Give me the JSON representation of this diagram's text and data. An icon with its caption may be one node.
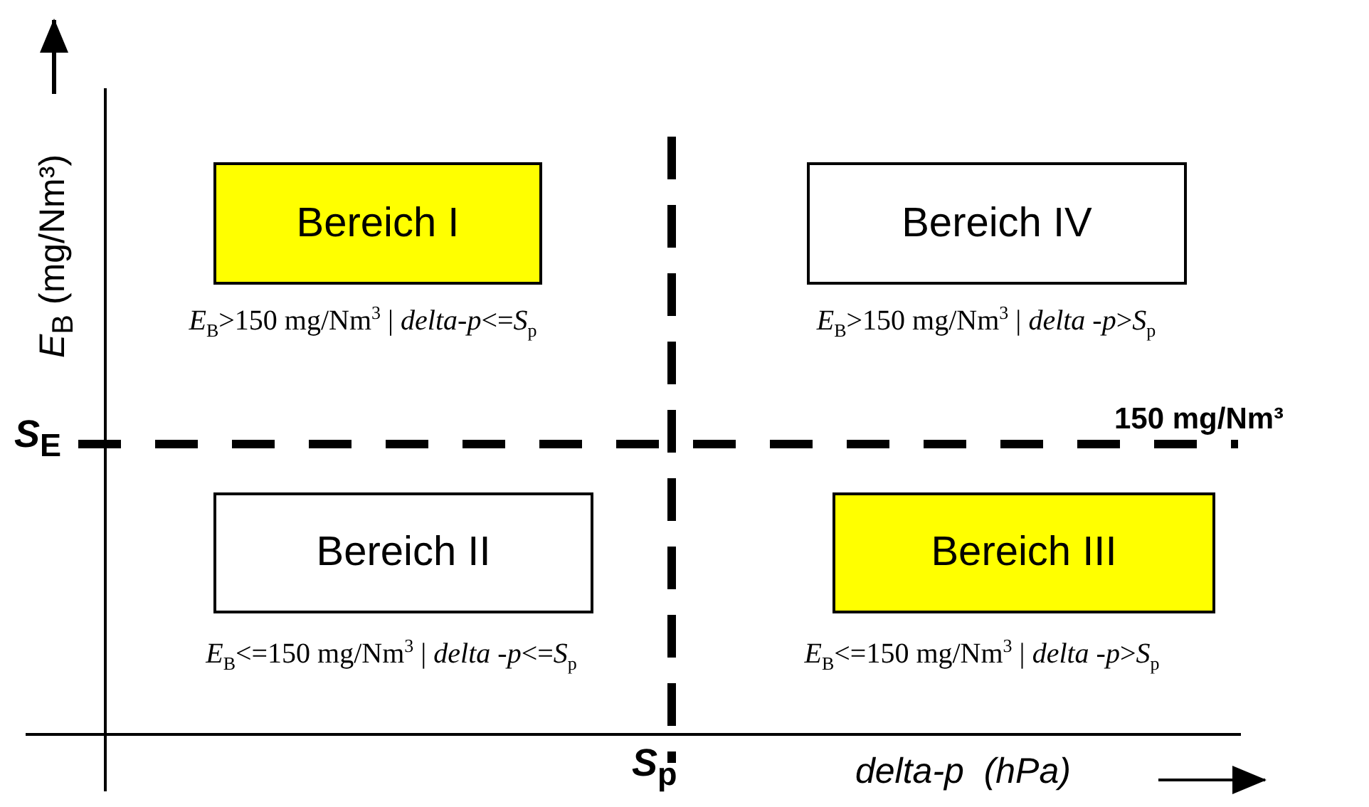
{
  "diagram": {
    "nodes": [
      {
        "text": [
          "Bereich I"
        ],
        "beside": [
          "*E*$_{B}$>150 mg/Nm$^{3}$ | *delta-p*<=*S*$_{p}$"
        ]
      },
      {
        "text": [
          "Bereich IV"
        ],
        "beside": [
          "*E*$_{B}$>150 mg/Nm$^{3}$ | *delta -p*>*S*$_{p}$"
        ]
      },
      {
        "text": [
          "Bereich II"
        ],
        "beside": [
          "*E*$_{B}$<=150 mg/Nm$^{3}$ | *delta -p*<=*S*$_{p}$"
        ]
      },
      {
        "text": [
          "Bereich III"
        ],
        "beside": [
          "*E*$_{B}$<=150 mg/Nm$^{3}$ | *delta -p*>*S*$_{p}$"
        ]
      }
    ],
    "labels": [
      "*E*$_{B}$ (mg/Nm³)",
      "150 mg/Nm³",
      "*S*$_{E}$",
      "*S*$_{p}$",
      "delta-p  (hPa)"
    ]
  }
}
